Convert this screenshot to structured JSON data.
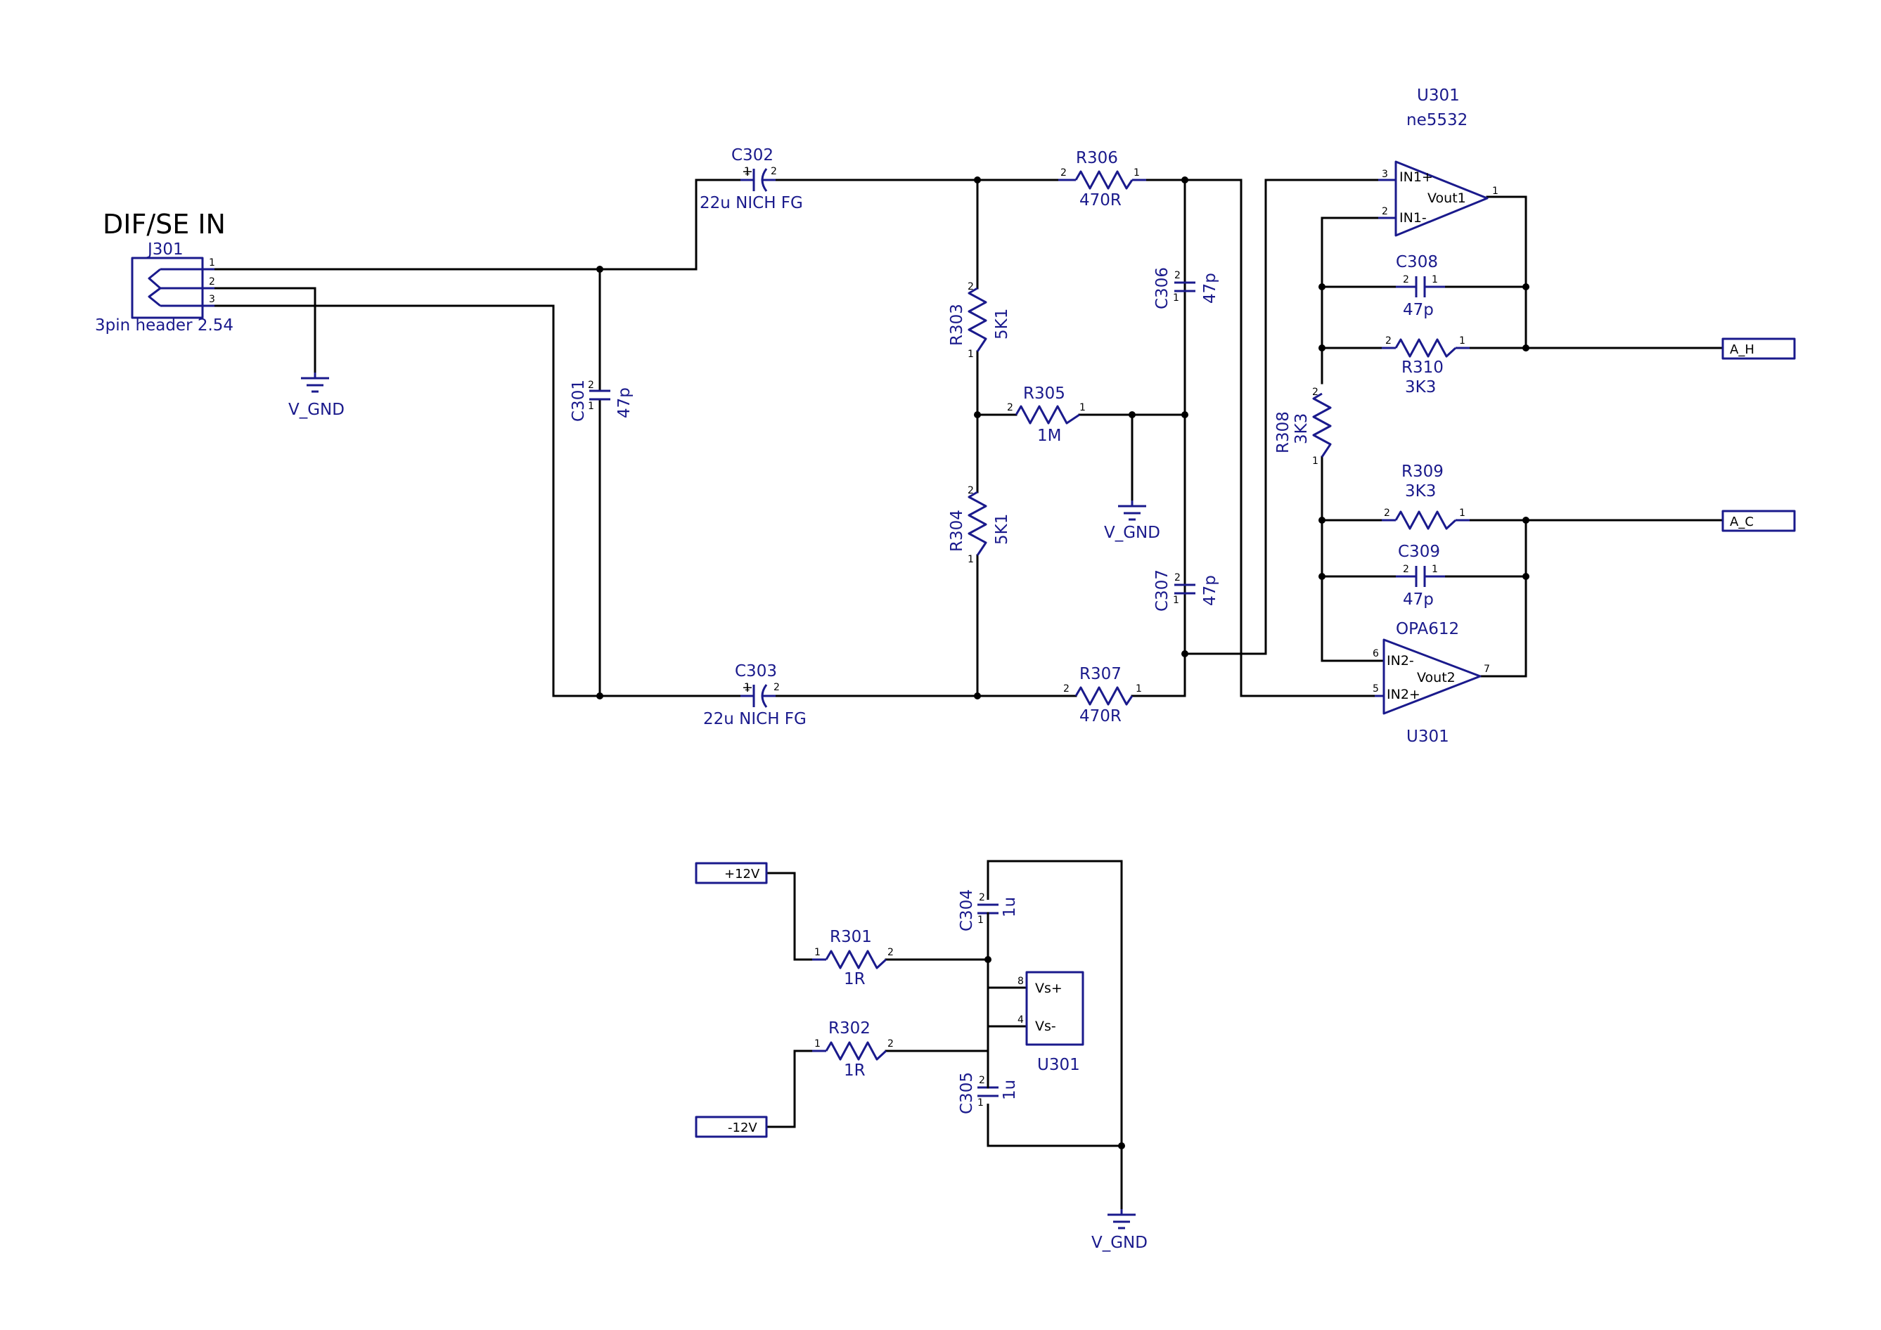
{
  "title": "DIF/SE IN",
  "j301": {
    "ref": "J301",
    "value": "3pin header 2.54",
    "pins": [
      "1",
      "2",
      "3"
    ]
  },
  "gnd_label": "V_GND",
  "c301": {
    "ref": "C301",
    "value": "47p"
  },
  "c302": {
    "ref": "C302",
    "value": "22u NICH FG"
  },
  "c303": {
    "ref": "C303",
    "value": "22u NICH FG"
  },
  "c304": {
    "ref": "C304",
    "value": "1u"
  },
  "c305": {
    "ref": "C305",
    "value": "1u"
  },
  "c306": {
    "ref": "C306",
    "value": "47p"
  },
  "c307": {
    "ref": "C307",
    "value": "47p"
  },
  "c308": {
    "ref": "C308",
    "value": "47p"
  },
  "c309": {
    "ref": "C309",
    "value": "47p"
  },
  "r301": {
    "ref": "R301",
    "value": "1R"
  },
  "r302": {
    "ref": "R302",
    "value": "1R"
  },
  "r303": {
    "ref": "R303",
    "value": "5K1"
  },
  "r304": {
    "ref": "R304",
    "value": "5K1"
  },
  "r305": {
    "ref": "R305",
    "value": "1M"
  },
  "r306": {
    "ref": "R306",
    "value": "470R"
  },
  "r307": {
    "ref": "R307",
    "value": "470R"
  },
  "r308": {
    "ref": "R308",
    "value": "3K3"
  },
  "r309": {
    "ref": "R309",
    "value": "3K3"
  },
  "r310": {
    "ref": "R310",
    "value": "3K3"
  },
  "u301a": {
    "ref": "U301",
    "value": "ne5532",
    "in_pos": "IN1+",
    "in_neg": "IN1-",
    "out": "Vout1",
    "pin_pos": "3",
    "pin_neg": "2",
    "pin_out": "1"
  },
  "u301b": {
    "ref": "U301",
    "value": "OPA612",
    "in_pos": "IN2+",
    "in_neg": "IN2-",
    "out": "Vout2",
    "pin_pos": "5",
    "pin_neg": "6",
    "pin_out": "7"
  },
  "u301c": {
    "ref": "U301",
    "vsp": "Vs+",
    "vsn": "Vs-",
    "pin_vsp": "8",
    "pin_vsn": "4"
  },
  "ports": {
    "a_h": "A_H",
    "a_c": "A_C",
    "p12": "+12V",
    "m12": "-12V"
  },
  "pin_nums": {
    "one": "1",
    "two": "2"
  }
}
